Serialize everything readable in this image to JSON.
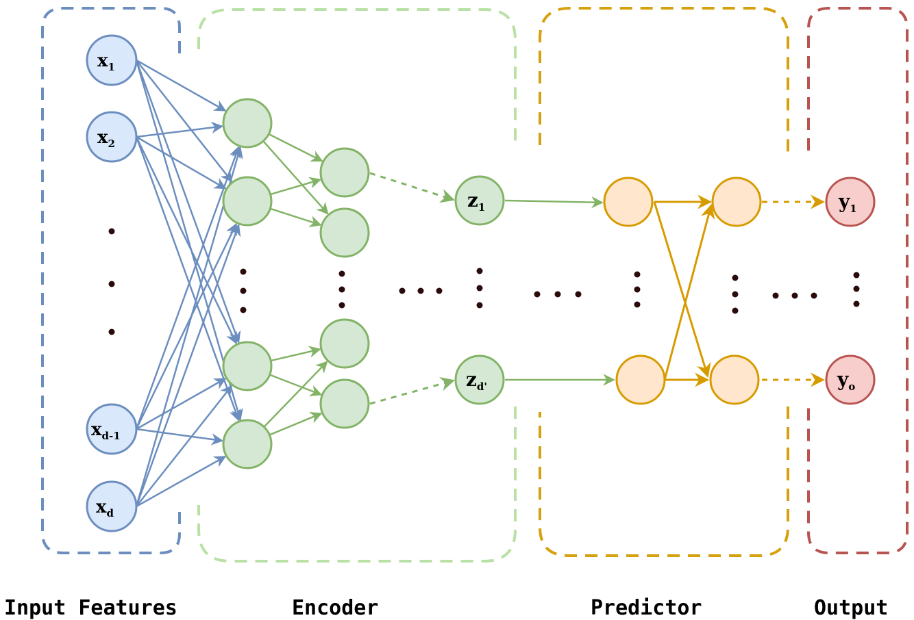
{
  "colors": {
    "input": {
      "stroke": "#6c8ebf",
      "fill": "#dae8fc"
    },
    "encoder": {
      "stroke": "#82b366",
      "fill": "#d5e8d4",
      "box": "#b9e0a5"
    },
    "predictor": {
      "stroke": "#d79b00",
      "fill": "#ffe6cc",
      "box": "#d6a10f"
    },
    "output": {
      "stroke": "#b85450",
      "fill": "#f8cecc"
    },
    "dots": "#2a0a0a"
  },
  "sections": {
    "input_label": "Input Features",
    "encoder_label": "Encoder",
    "predictor_label": "Predictor",
    "output_label": "Output"
  },
  "inputs": [
    {
      "base": "x",
      "sub": "1"
    },
    {
      "base": "x",
      "sub": "2"
    },
    {
      "base": "x",
      "sub": "d-1"
    },
    {
      "base": "x",
      "sub": "d"
    }
  ],
  "latents": [
    {
      "base": "z",
      "sub": "1"
    },
    {
      "base": "z",
      "sub": "d'"
    }
  ],
  "outputs": [
    {
      "base": "y",
      "sub": "1"
    },
    {
      "base": "y",
      "sub": "o"
    }
  ]
}
